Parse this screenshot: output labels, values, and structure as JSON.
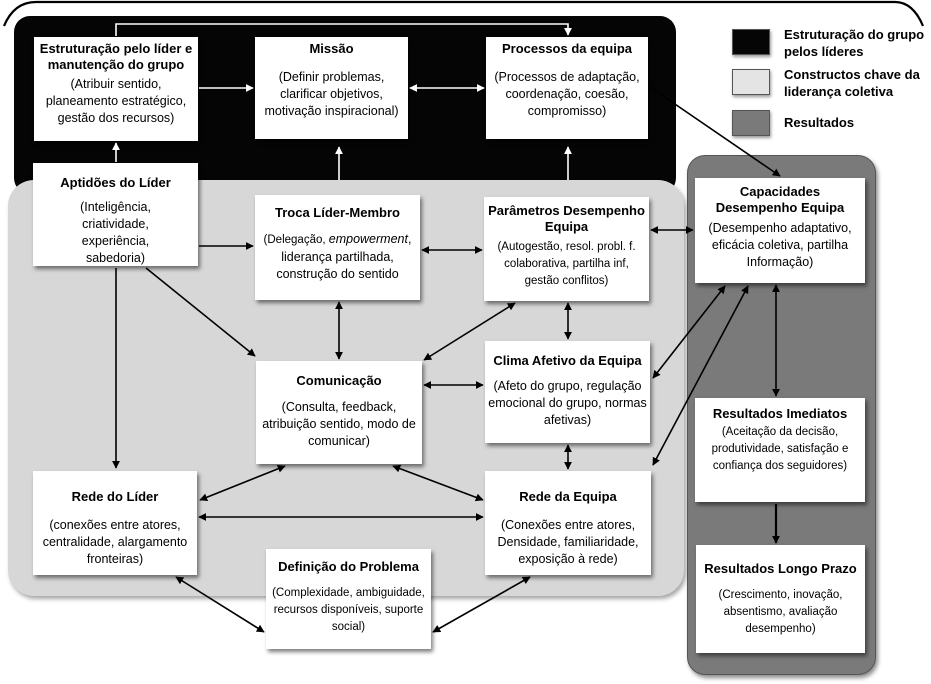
{
  "legend": [
    {
      "label": "Estruturação do grupo pelos líderes",
      "color": "#050505"
    },
    {
      "label": "Constructos chave da liderança coletiva",
      "color": "#e4e4e4"
    },
    {
      "label": "Resultados",
      "color": "#7a7a7a"
    }
  ],
  "boxes": {
    "estruturacao": {
      "title": "Estruturação pelo líder e manutenção do grupo",
      "body": "(Atribuir sentido, planeamento estratégico, gestão dos recursos)"
    },
    "missao": {
      "title": "Missão",
      "body": "(Definir problemas, clarificar objetivos, motivação inspiracional)"
    },
    "processos": {
      "title": "Processos da equipa",
      "body": "(Processos de adaptação, coordenação, coesão, compromisso)"
    },
    "aptidoes": {
      "title": "Aptidões do Líder",
      "body": "(Inteligência, criatividade, experiência, sabedoria)"
    },
    "troca": {
      "title": "Troca Líder-Membro",
      "body_pre": "(Delegação, ",
      "body_em": "empowerment",
      "body_post": ", liderança partilhada, construção do sentido"
    },
    "parametros": {
      "title": "Parâmetros Desempenho Equipa",
      "body": "(Autogestão, resol. probl. f. colaborativa, partilha inf, gestão conflitos)"
    },
    "comunicacao": {
      "title": "Comunicação",
      "body": "(Consulta, feedback, atribuição sentido, modo de comunicar)"
    },
    "clima": {
      "title": "Clima Afetivo da Equipa",
      "body": "(Afeto do grupo, regulação emocional do grupo, normas afetivas)"
    },
    "rede_lider": {
      "title": "Rede do Líder",
      "body": "(conexões entre atores, centralidade, alargamento fronteiras)"
    },
    "rede_equipa": {
      "title": "Rede da Equipa",
      "body": "(Conexões entre atores, Densidade, familiaridade, exposição à rede)"
    },
    "definicao": {
      "title": "Definição do Problema",
      "body": "(Complexidade, ambiguidade, recursos disponíveis, suporte social)"
    },
    "capacidades": {
      "title": "Capacidades Desempenho Equipa",
      "body": "(Desempenho adaptativo, eficácia coletiva, partilha Informação)"
    },
    "imediatos": {
      "title": "Resultados Imediatos",
      "body": "(Aceitação da decisão, produtividade, satisfação e confiança dos seguidores)"
    },
    "longo": {
      "title": "Resultados Longo Prazo",
      "body": "(Crescimento, inovação, absentismo, avaliação desempenho)"
    }
  }
}
